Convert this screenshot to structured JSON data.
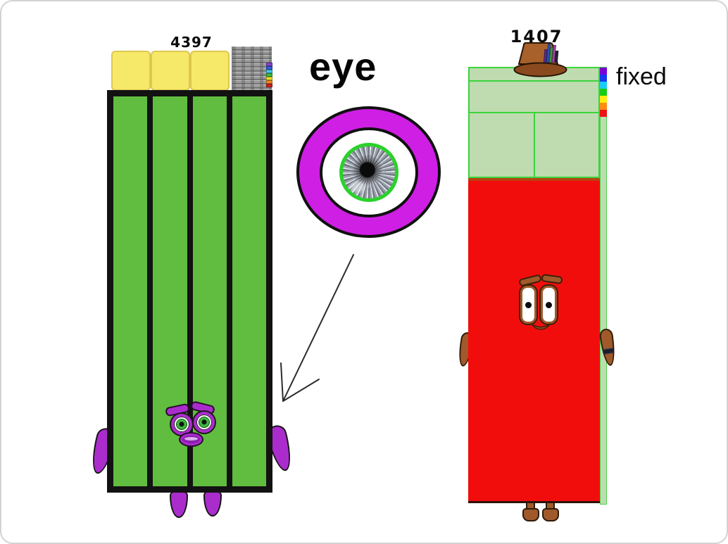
{
  "colors": {
    "canvas-border": "#d2d2d2",
    "green-body": "#61bd3f",
    "outline-black": "#121212",
    "yellow-fill": "#f6e96a",
    "yellow-border": "#ddc84e",
    "purple": "#ab2ccd",
    "magenta-ring": "#cf1fe4",
    "iris-green": "#2ad22a",
    "red-body": "#f20d0d",
    "pale-green": "#bedcb0",
    "grid-green": "#3bd43b",
    "red-divider": "#b84411",
    "brown": "#a0592a"
  },
  "left_character": {
    "count_label": "4397",
    "columns": 4,
    "yellow_squares": 3,
    "rainbow_tabs": [
      "#8a3fd0",
      "#2f62e0",
      "#43c8ef",
      "#3cbb3c",
      "#efdc26",
      "#ef8b1f",
      "#d02020"
    ]
  },
  "eye_callout": {
    "label": "eye"
  },
  "right_character": {
    "count_label": "1407",
    "fixed_label": "fixed",
    "rainbow_strip": [
      "#7a00d8",
      "#1439ee",
      "#18ccf5",
      "#17cc17",
      "#ffee12",
      "#ff8d12",
      "#ee1212"
    ],
    "hat_feathers": [
      "#5b2d8e",
      "#2f55c0",
      "#3da03d",
      "#b040b0",
      "#23233a"
    ]
  }
}
